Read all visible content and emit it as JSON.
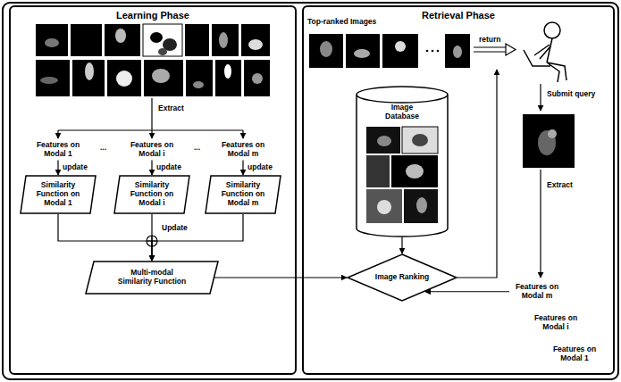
{
  "diagram": {
    "nodes": [
      {
        "text": [
          "Learning Phase"
        ]
      },
      {
        "text": [
          "Features on Modal 1"
        ],
        "in": 0
      },
      {
        "text": [
          "Features on Modal i"
        ],
        "in": 0
      },
      {
        "text": [
          "Features on Modal m"
        ],
        "in": 0
      },
      {
        "text": [
          "Similarity Function on Modal 1"
        ],
        "in": 0
      },
      {
        "text": [
          "Similarity Function on Modal i"
        ],
        "in": 0
      },
      {
        "text": [
          "Similarity Function on Modal m"
        ],
        "in": 0
      },
      {
        "text": [
          "Multi-modal Similarity Function"
        ],
        "in": 0
      },
      {
        "text": [
          "Retrieval Phase"
        ]
      },
      {
        "text": [
          "Top-ranked Images"
        ],
        "in": 8
      },
      {
        "text": [
          "Image Database"
        ],
        "in": 8
      },
      {
        "text": [
          "Image Ranking"
        ],
        "in": 8
      },
      {
        "text": [
          "Features on Modal m"
        ],
        "in": 8
      },
      {
        "text": [
          "Features on Modal i"
        ],
        "in": 8
      },
      {
        "text": [
          "Features on Modal 1"
        ],
        "in": 8
      }
    ],
    "edges": [
      {
        "from": 1,
        "to": 4,
        "arrow": "to",
        "label": "update"
      },
      {
        "from": 2,
        "to": 5,
        "arrow": "to",
        "label": "update"
      },
      {
        "from": 3,
        "to": 6,
        "arrow": "to",
        "label": "update"
      },
      {
        "from": 4,
        "to": 7,
        "arrow": "to"
      },
      {
        "from": 5,
        "to": 7,
        "arrow": "to"
      },
      {
        "from": 6,
        "to": 7,
        "arrow": "to"
      },
      {
        "from": 7,
        "to": 11,
        "arrow": "to"
      },
      {
        "from": 10,
        "to": 11,
        "arrow": "to"
      },
      {
        "from": 11,
        "to": 9,
        "arrow": "to"
      },
      {
        "from": 12,
        "to": 11,
        "arrow": "to"
      }
    ],
    "labels": [
      "Extract",
      "...",
      "...",
      "Update",
      "return",
      "Submit query",
      "Extract"
    ]
  }
}
